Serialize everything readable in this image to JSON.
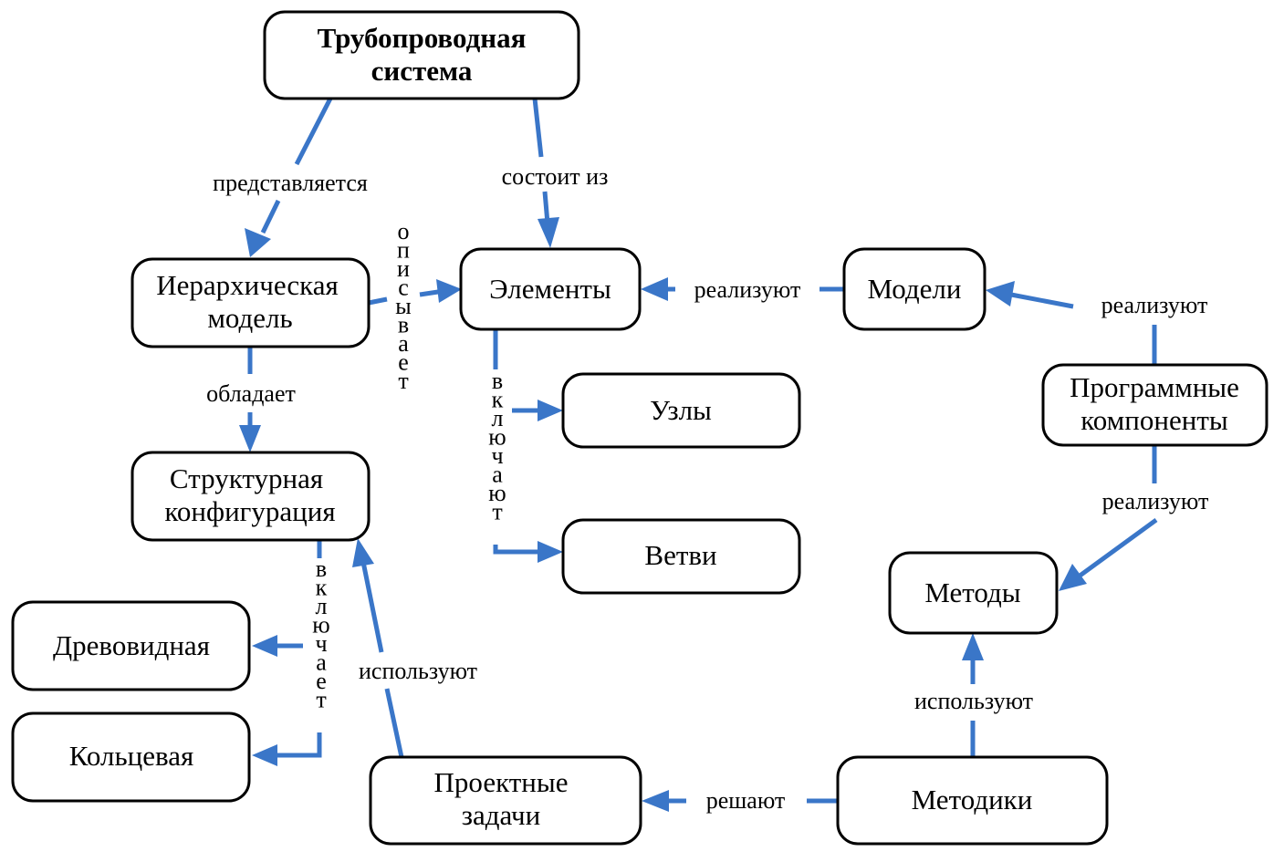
{
  "diagram": {
    "type": "concept-map",
    "colors": {
      "edge": "#3a76c8",
      "node_border": "#000000",
      "text": "#000000",
      "background": "#ffffff"
    },
    "nodes": {
      "pipeline_system": {
        "lines": [
          "Трубопроводная",
          "система"
        ]
      },
      "hierarchical_model": {
        "lines": [
          "Иерархическая",
          "модель"
        ]
      },
      "elements": {
        "lines": [
          "Элементы"
        ]
      },
      "models": {
        "lines": [
          "Модели"
        ]
      },
      "nodes_node": {
        "lines": [
          "Узлы"
        ]
      },
      "branches": {
        "lines": [
          "Ветви"
        ]
      },
      "software_components": {
        "lines": [
          "Программные",
          "компоненты"
        ]
      },
      "structural_configuration": {
        "lines": [
          "Структурная",
          "конфигурация"
        ]
      },
      "methods": {
        "lines": [
          "Методы"
        ]
      },
      "tree_like": {
        "lines": [
          "Древовидная"
        ]
      },
      "ring": {
        "lines": [
          "Кольцевая"
        ]
      },
      "design_tasks": {
        "lines": [
          "Проектные",
          "задачи"
        ]
      },
      "techniques": {
        "lines": [
          "Методики"
        ]
      }
    },
    "edges": {
      "represented": {
        "label": "представляется",
        "from": "Трубопроводная система",
        "to": "Иерархическая модель"
      },
      "consists_of": {
        "label": "состоит из",
        "from": "Трубопроводная система",
        "to": "Элементы"
      },
      "describes": {
        "label": "описывает",
        "from": "Иерархическая модель",
        "to": "Элементы"
      },
      "models_implement": {
        "label": "реализуют",
        "from": "Модели",
        "to": "Элементы"
      },
      "software_implement_models": {
        "label": "реализуют",
        "from": "Программные компоненты",
        "to": "Модели"
      },
      "include_elements": {
        "label": "включают",
        "from": "Элементы",
        "to": [
          "Узлы",
          "Ветви"
        ]
      },
      "possesses": {
        "label": "обладает",
        "from": "Иерархическая модель",
        "to": "Структурная конфигурация"
      },
      "software_implement_methods": {
        "label": "реализуют",
        "from": "Программные компоненты",
        "to": "Методы"
      },
      "includes_config": {
        "label": "включает",
        "from": "Структурная конфигурация",
        "to": [
          "Древовидная",
          "Кольцевая"
        ]
      },
      "use_config": {
        "label": "используют",
        "from": "Проектные задачи",
        "to": "Структурная конфигурация"
      },
      "use_methods": {
        "label": "используют",
        "from": "Методики",
        "to": "Методы"
      },
      "solve": {
        "label": "решают",
        "from": "Методики",
        "to": "Проектные задачи"
      }
    }
  }
}
